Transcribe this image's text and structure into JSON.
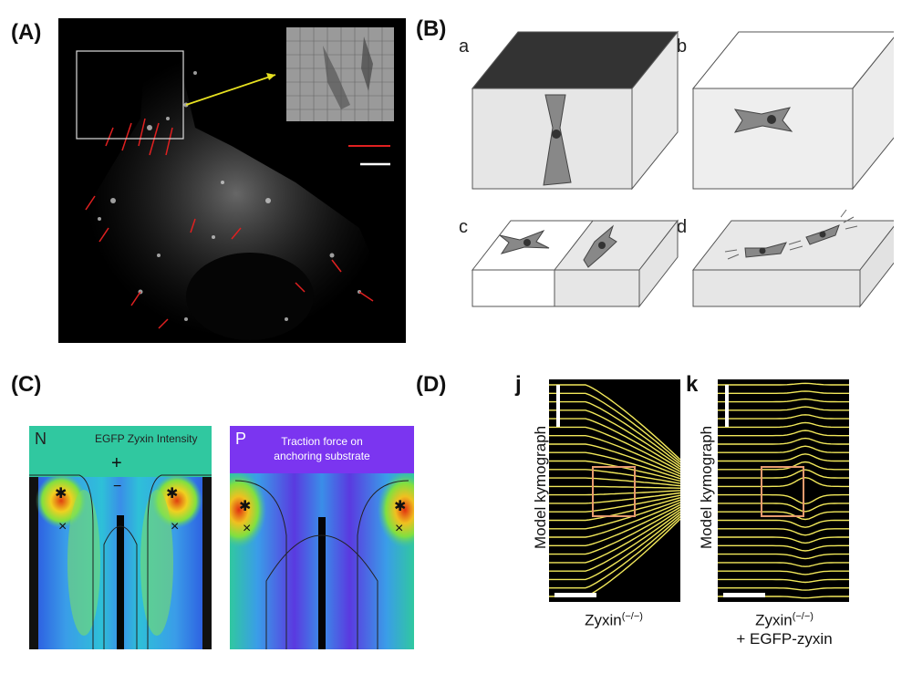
{
  "panels": {
    "A": {
      "label": "(A)"
    },
    "B": {
      "label": "(B)",
      "subpanels": [
        "a",
        "b",
        "c",
        "d"
      ]
    },
    "C": {
      "label": "(C)",
      "left": {
        "letter": "N",
        "title": "EGFP Zyxin Intensity",
        "plus": "+",
        "minus": "−"
      },
      "right": {
        "letter": "P",
        "title_line1": "Traction force on",
        "title_line2": "anchoring substrate"
      },
      "markers": {
        "star": "✱",
        "cross": "×"
      }
    },
    "D": {
      "label": "(D)",
      "left": {
        "letter": "j",
        "ylabel": "Model kymograph",
        "caption_base": "Zyxin",
        "caption_sup": "(−/−)"
      },
      "right": {
        "letter": "k",
        "ylabel": "Model kymograph",
        "caption_base": "Zyxin",
        "caption_sup": "(−/−)",
        "caption_line2": "+ EGFP-zyxin"
      }
    }
  },
  "colors": {
    "background": "#000000",
    "trace": "#f2e85a",
    "roi": "#e79a6e",
    "arrow": "#e02020",
    "pointer": "#e6e020"
  }
}
